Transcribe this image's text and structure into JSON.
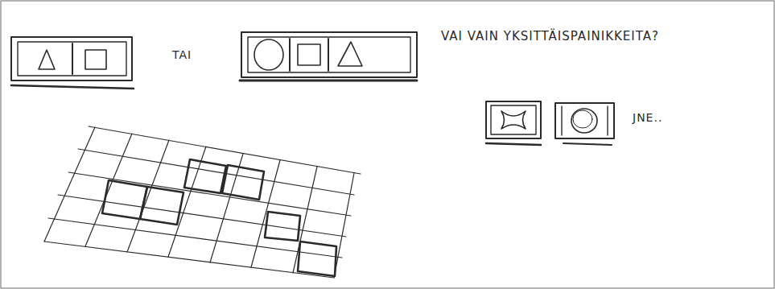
{
  "diagram": {
    "labels": [
      "TAI",
      "VAI VAIN YKSITTÄISPAINIKKEITA?",
      "JNE.."
    ]
  }
}
